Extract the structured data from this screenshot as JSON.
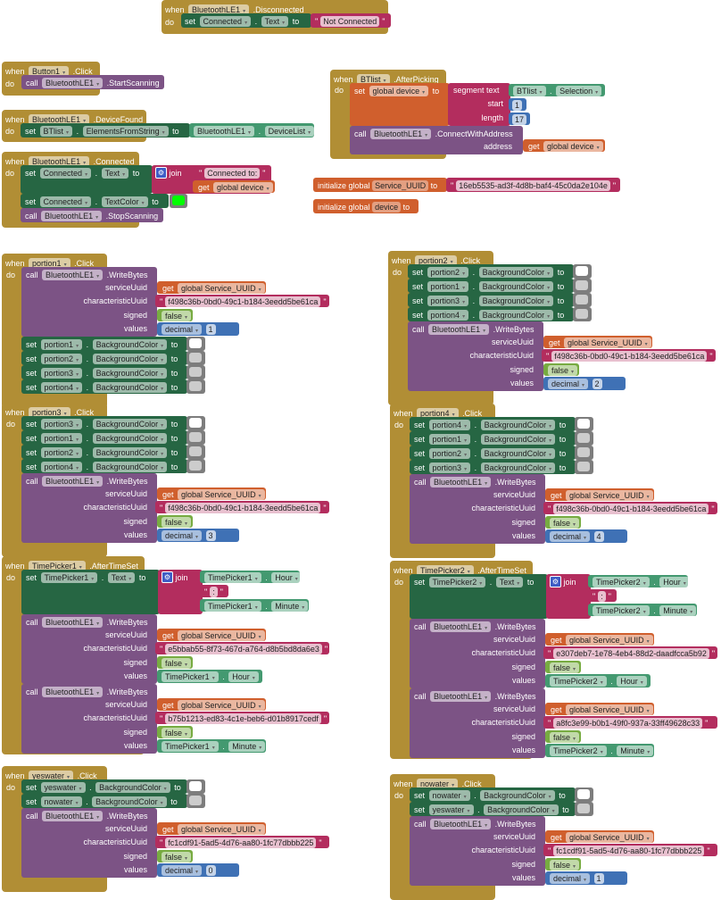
{
  "keywords": {
    "when": "when",
    "do": "do",
    "set": "set",
    "to": "to",
    "call": "call",
    "get": "get",
    "join": "join",
    "dot": ".",
    "quote": "\"",
    "initialize_global": "initialize global",
    "segment_text": "segment  text",
    "start": "start",
    "length": "length",
    "address": "address",
    "serviceUuid": "serviceUuid",
    "characteristicUuid": "characteristicUuid",
    "signed": "signed",
    "values": "values",
    "false": "false",
    "decimal": "decimal",
    "dropdown_arrow": "▾"
  },
  "blocks": {
    "disconnected": {
      "component": "BluetoothLE1",
      "event": ".Disconnected",
      "set_component": "Connected",
      "set_prop": "Text",
      "value": "Not Connected"
    },
    "button1": {
      "component": "Button1",
      "event": ".Click",
      "call_component": "BluetoothLE1",
      "method": ".StartScanning"
    },
    "device_found": {
      "component": "BluetoothLE1",
      "event": ".DeviceFound",
      "set_component": "BTlist",
      "set_prop": "ElementsFromString",
      "get_component": "BluetoothLE1",
      "get_prop": "DeviceList"
    },
    "connected": {
      "component": "BluetoothLE1",
      "event": ".Connected",
      "set1_component": "Connected",
      "set1_prop": "Text",
      "join_text": "Connected to: ",
      "join_get": "global device",
      "set2_component": "Connected",
      "set2_prop": "TextColor",
      "set2_color": "#00ff00",
      "call_component": "BluetoothLE1",
      "method": ".StopScanning"
    },
    "after_picking": {
      "component": "BTlist",
      "event": ".AfterPicking",
      "set_var": "global device",
      "seg_component": "BTlist",
      "seg_prop": "Selection",
      "start": "1",
      "length": "17",
      "call_component": "BluetoothLE1",
      "method": ".ConnectWithAddress",
      "address_get": "global device"
    },
    "init_service": {
      "name": "Service_UUID",
      "value": "16eb5535-ad3f-4d8b-baf4-45c0da2e104e"
    },
    "init_device": {
      "name": "device"
    },
    "portion1": {
      "component": "portion1",
      "event": ".Click",
      "call_component": "BluetoothLE1",
      "method": ".WriteBytes",
      "service_get": "global Service_UUID",
      "char_uuid": "f498c36b-0bd0-49c1-b184-3eedd5be61ca",
      "decimal_value": "1",
      "sets": [
        "portion1",
        "portion2",
        "portion3",
        "portion4"
      ],
      "prop": "BackgroundColor"
    },
    "portion2": {
      "component": "portion2",
      "event": ".Click",
      "call_component": "BluetoothLE1",
      "method": ".WriteBytes",
      "service_get": "global Service_UUID",
      "char_uuid": "f498c36b-0bd0-49c1-b184-3eedd5be61ca",
      "decimal_value": "2",
      "sets": [
        "portion2",
        "portion1",
        "portion3",
        "portion4"
      ],
      "prop": "BackgroundColor"
    },
    "portion3": {
      "component": "portion3",
      "event": ".Click",
      "call_component": "BluetoothLE1",
      "method": ".WriteBytes",
      "service_get": "global Service_UUID",
      "char_uuid": "f498c36b-0bd0-49c1-b184-3eedd5be61ca",
      "decimal_value": "3",
      "sets": [
        "portion3",
        "portion1",
        "portion2",
        "portion4"
      ],
      "prop": "BackgroundColor"
    },
    "portion4": {
      "component": "portion4",
      "event": ".Click",
      "call_component": "BluetoothLE1",
      "method": ".WriteBytes",
      "service_get": "global Service_UUID",
      "char_uuid": "f498c36b-0bd0-49c1-b184-3eedd5be61ca",
      "decimal_value": "4",
      "sets": [
        "portion4",
        "portion1",
        "portion2",
        "portion3"
      ],
      "prop": "BackgroundColor"
    },
    "timepicker1": {
      "component": "TimePicker1",
      "event": ".AfterTimeSet",
      "prop": "Text",
      "hour": "Hour",
      "minute": "Minute",
      "separator": ":",
      "call_component": "BluetoothLE1",
      "method": ".WriteBytes",
      "service_get": "global Service_UUID",
      "char_uuid_hour": "e5bbab55-8f73-467d-a764-d8b5bd8da6e3",
      "char_uuid_minute": "b75b1213-ed83-4c1e-beb6-d01b8917cedf"
    },
    "timepicker2": {
      "component": "TimePicker2",
      "event": ".AfterTimeSet",
      "prop": "Text",
      "hour": "Hour",
      "minute": "Minute",
      "separator": ":",
      "call_component": "BluetoothLE1",
      "method": ".WriteBytes",
      "service_get": "global Service_UUID",
      "char_uuid_hour": "e307deb7-1e78-4eb4-88d2-daadfcca5b92",
      "char_uuid_minute": "a8fc3e99-b0b1-49f0-937a-33ff49628c33"
    },
    "yeswater": {
      "component": "yeswater",
      "event": ".Click",
      "call_component": "BluetoothLE1",
      "method": ".WriteBytes",
      "service_get": "global Service_UUID",
      "char_uuid": "fc1cdf91-5ad5-4d76-aa80-1fc77dbbb225",
      "decimal_value": "0",
      "sets": [
        "yeswater",
        "nowater"
      ],
      "prop": "BackgroundColor"
    },
    "nowater": {
      "component": "nowater",
      "event": ".Click",
      "call_component": "BluetoothLE1",
      "method": ".WriteBytes",
      "service_get": "global Service_UUID",
      "char_uuid": "fc1cdf91-5ad5-4d76-aa80-1fc77dbbb225",
      "decimal_value": "1",
      "sets": [
        "nowater",
        "yeswater"
      ],
      "prop": "BackgroundColor"
    }
  },
  "colors": {
    "event": "#b18e35",
    "setter": "#266643",
    "call": "#7c5385",
    "variable": "#d05f2d",
    "text": "#b32d5e",
    "logic": "#77ab41",
    "math": "#3f71b5",
    "property": "#439970",
    "color_white": "#ffffff",
    "color_light_gray": "#cccccc",
    "color_green": "#00ff00"
  }
}
